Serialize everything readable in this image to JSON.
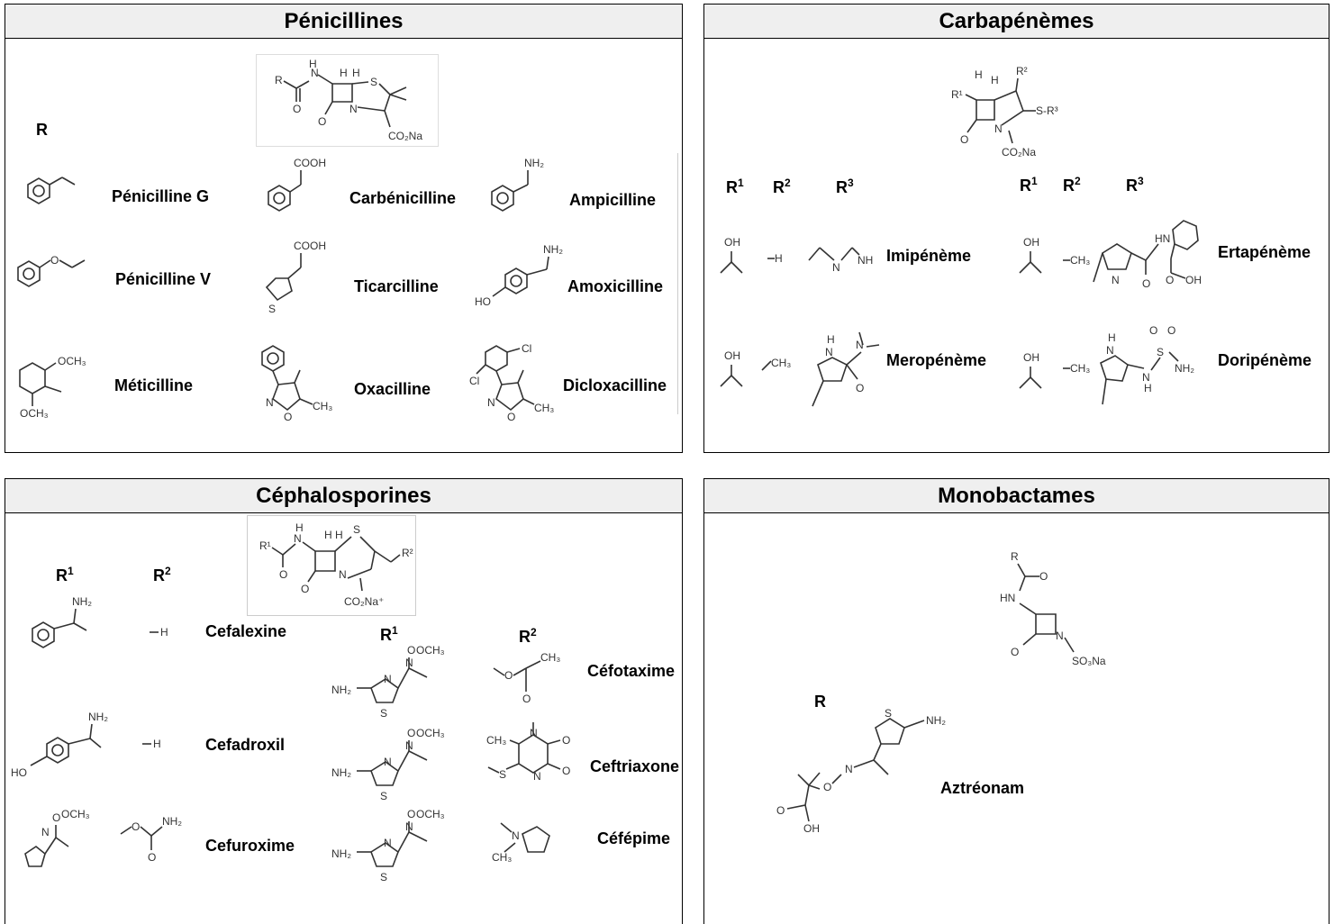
{
  "panels": {
    "penicillines": {
      "title": "Pénicillines",
      "r_header": "R",
      "drugs": [
        "Pénicilline G",
        "Carbénicilline",
        "Ampicilline",
        "Pénicilline V",
        "Ticarcilline",
        "Amoxicilline",
        "Méticilline",
        "Oxacilline",
        "Dicloxacilline"
      ]
    },
    "carbapenemes": {
      "title": "Carbapénèmes",
      "headers": [
        "R",
        "R",
        "R",
        "R",
        "R",
        "R"
      ],
      "sup": [
        "1",
        "2",
        "3",
        "1",
        "2",
        "3"
      ],
      "drugs": [
        "Imipénème",
        "Ertapénème",
        "Meropénème",
        "Doripénème"
      ]
    },
    "cephalosporines": {
      "title": "Céphalosporines",
      "headers": [
        "R",
        "R",
        "R",
        "R"
      ],
      "sup": [
        "1",
        "2",
        "1",
        "2"
      ],
      "drugs": [
        "Cefalexine",
        "Cefadroxil",
        "Cefuroxime",
        "Céfotaxime",
        "Ceftriaxone",
        "Céfépime"
      ]
    },
    "monobactames": {
      "title": "Monobactames",
      "r_header": "R",
      "drugs": [
        "Aztréonam"
      ]
    }
  },
  "structure_text": {
    "co2na": "CO₂Na",
    "co2na_plus": "CO₂Na⁺",
    "so3na": "SO₃Na",
    "cooh": "COOH",
    "nh2": "NH₂",
    "och3": "OCH₃",
    "ch3": "CH₃",
    "s_r3": "S-R³",
    "r": "R",
    "r1": "R¹",
    "r2": "R²",
    "h": "H",
    "n": "N",
    "s": "S",
    "o": "O",
    "hn": "HN",
    "oh": "OH",
    "ho": "HO",
    "cl": "Cl",
    "nh": "NH"
  }
}
